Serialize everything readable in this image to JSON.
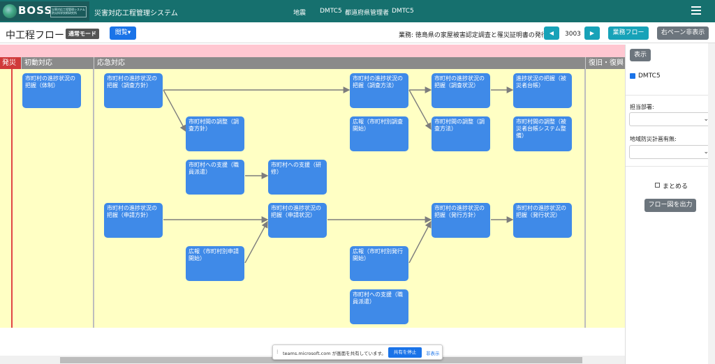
{
  "topbar": {
    "logo": "BOSS",
    "logo_sub": "災害対応工程管理システム 防災科学技術研究所",
    "system_title": "災害対応工程管理システム",
    "hazard": "地震",
    "user_code": "DMTC5",
    "user_role": "都道府県管理者",
    "user_name": "DMTC5",
    "menu_icon": "hamburger-icon"
  },
  "subbar": {
    "page_title": "中工程フロー",
    "mode_badge": "通常モード",
    "view_button": "閲覧▾",
    "work_label": "業務: 徳島県の家屋被害認定調査と罹災証明書の発行",
    "prev": "◀",
    "number": "3003",
    "next": "▶",
    "flow_button": "業務フロー",
    "right_pane_button": "右ペーン非表示"
  },
  "phases": [
    "発災",
    "初動対応",
    "応急対応",
    "復旧・復興"
  ],
  "nodes": [
    "市町村の進捗状況の把握（体制）",
    "市町村の進捗状況の把握（調査方針）",
    "市町村の進捗状況の把握（調査方法）",
    "市町村の進捗状況の把握（調査状況）",
    "進捗状況の把握（被災者台帳）",
    "市町村間の調整（調査方針）",
    "広報（市町村別調査開始）",
    "市町村間の調整（調査方法）",
    "市町村間の調整（被災者台帳システム整備）",
    "市町村への支援（職員派遣）",
    "市町村への支援（研修）",
    "市町村の進捗状況の把握（申請方針）",
    "市町村の進捗状況の把握（申請状況）",
    "市町村の進捗状況の把握（発行方針）",
    "市町村の進捗状況の把握（発行状況）",
    "広報（市町村別申請開始）",
    "広報（市町村別発行開始）",
    "市町村への支援（職員派遣）"
  ],
  "sidebar": {
    "show_button": "表示",
    "dmtc_label": "DMTC5",
    "dept_label": "担当部署:",
    "plan_label": "地域防災計画有無:",
    "summarize_label": "まとめる",
    "export_button": "フロー図を出力"
  },
  "share_bar": {
    "message": "teams.microsoft.com が画面を共有しています。",
    "stop_button": "共有を停止",
    "hide_link": "非表示"
  },
  "colors": {
    "topbar": "#16706e",
    "node": "#3f8ae8",
    "canvas": "#ffffc4",
    "pink": "#ffc7d1",
    "phase_header": "#8a8a8a",
    "hassai": "#d03a3a"
  }
}
